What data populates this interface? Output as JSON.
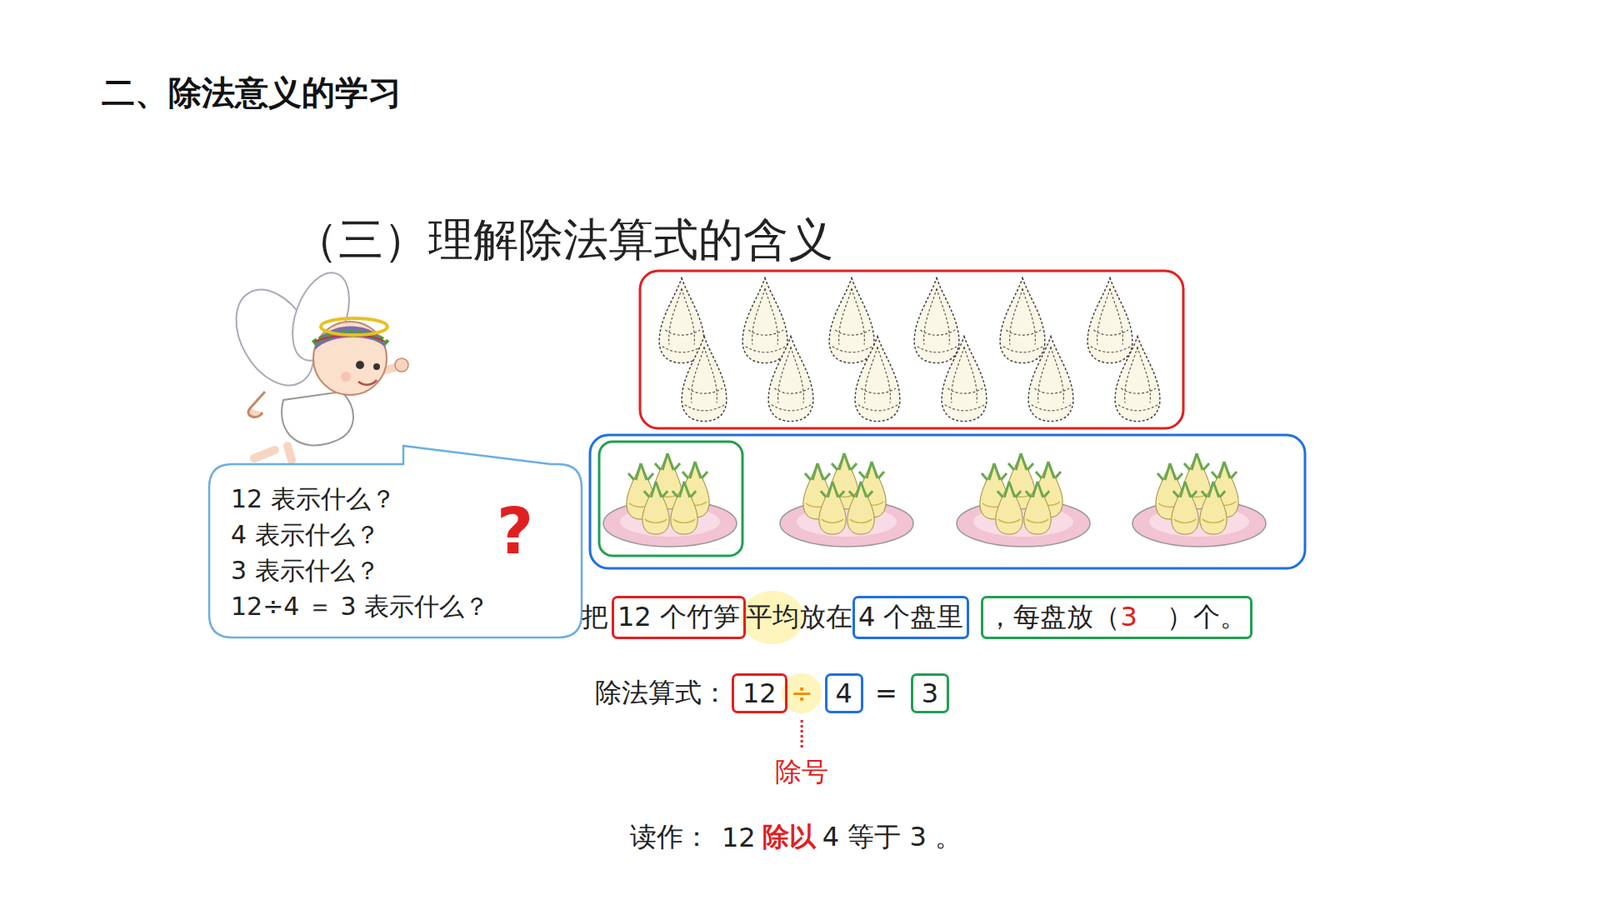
{
  "diagram": {
    "title": "二、除法意义的学习",
    "nodes": [
      {
        "text": [
          "12 表示什么？",
          "4 表示什么？",
          "3 表示什么？",
          "12÷4 ＝ 3 表示什么？"
        ]
      },
      {
        "text": [
          "12 个竹笋"
        ]
      },
      {
        "text": [
          "4 个盘里"
        ]
      },
      {
        "text": [
          "，每盘放（",
          "3",
          "）个。"
        ]
      },
      {
        "text": [
          "12"
        ]
      },
      {
        "text": [
          "4"
        ]
      },
      {
        "text": [
          "3"
        ]
      }
    ],
    "labels": [
      "（三）理解除法算式的含义",
      "?",
      "把",
      "平均放在",
      "除法算式：",
      "÷",
      "=",
      "除号",
      "读作：",
      "12",
      "除以",
      "4 等于 3 。"
    ]
  }
}
